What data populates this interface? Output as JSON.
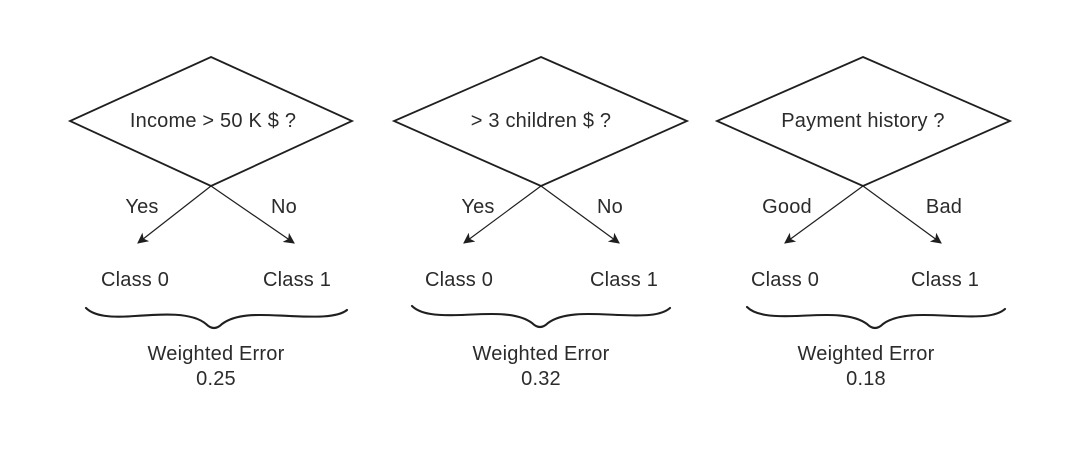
{
  "figure": {
    "description": "Three decision stump diagrams compared by weighted error",
    "colors": {
      "line": "#1f1f1f",
      "text": "#2b2b2b",
      "background": "#ffffff"
    },
    "trees": [
      {
        "question": "Income > 50 K $ ?",
        "branches": {
          "left": "Yes",
          "right": "No"
        },
        "leaves": {
          "left": "Class 0",
          "right": "Class 1"
        },
        "error_label": "Weighted Error",
        "error_value": "0.25"
      },
      {
        "question": "> 3 children $ ?",
        "branches": {
          "left": "Yes",
          "right": "No"
        },
        "leaves": {
          "left": "Class 0",
          "right": "Class 1"
        },
        "error_label": "Weighted Error",
        "error_value": "0.32"
      },
      {
        "question": "Payment history ?",
        "branches": {
          "left": "Good",
          "right": "Bad"
        },
        "leaves": {
          "left": "Class 0",
          "right": "Class 1"
        },
        "error_label": "Weighted Error",
        "error_value": "0.18"
      }
    ]
  }
}
